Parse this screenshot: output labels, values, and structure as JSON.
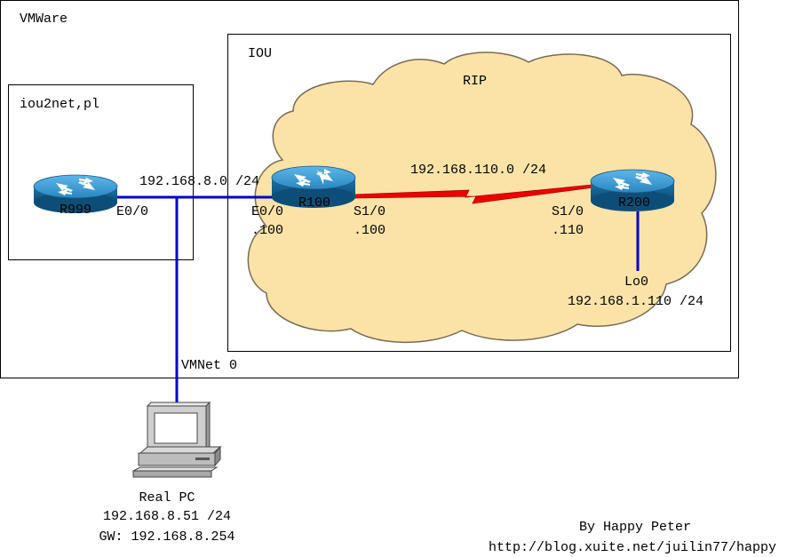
{
  "containers": {
    "vmware": "VMWare",
    "iou": "IOU",
    "iou2net": "iou2net,pl"
  },
  "cloud": {
    "protocol": "RIP"
  },
  "routers": {
    "r999": {
      "name": "R999",
      "interface": "E0/0"
    },
    "r100": {
      "name": "R100",
      "eth_interface": "E0/0",
      "eth_ip": ".100",
      "serial_interface": "S1/0",
      "serial_ip": ".100"
    },
    "r200": {
      "name": "R200",
      "serial_interface": "S1/0",
      "serial_ip": ".110",
      "loopback": "Lo0",
      "loopback_net": "192.168.1.110 /24"
    }
  },
  "networks": {
    "lan": "192.168.8.0 /24",
    "wan": "192.168.110.0 /24",
    "vmnet": "VMNet 0"
  },
  "pc": {
    "name": "Real PC",
    "ip": "192.168.8.51 /24",
    "gateway": "GW: 192.168.8.254"
  },
  "credit": {
    "author": "By Happy Peter",
    "url": "http://blog.xuite.net/juilin77/happy"
  },
  "colors": {
    "router_body": "#1b6fa3",
    "router_top": "#3a9fd6",
    "ethernet_link": "#0000cc",
    "serial_link": "#ee0000",
    "cloud_fill": "#fbe3a8",
    "cloud_stroke": "#7a6a55"
  }
}
